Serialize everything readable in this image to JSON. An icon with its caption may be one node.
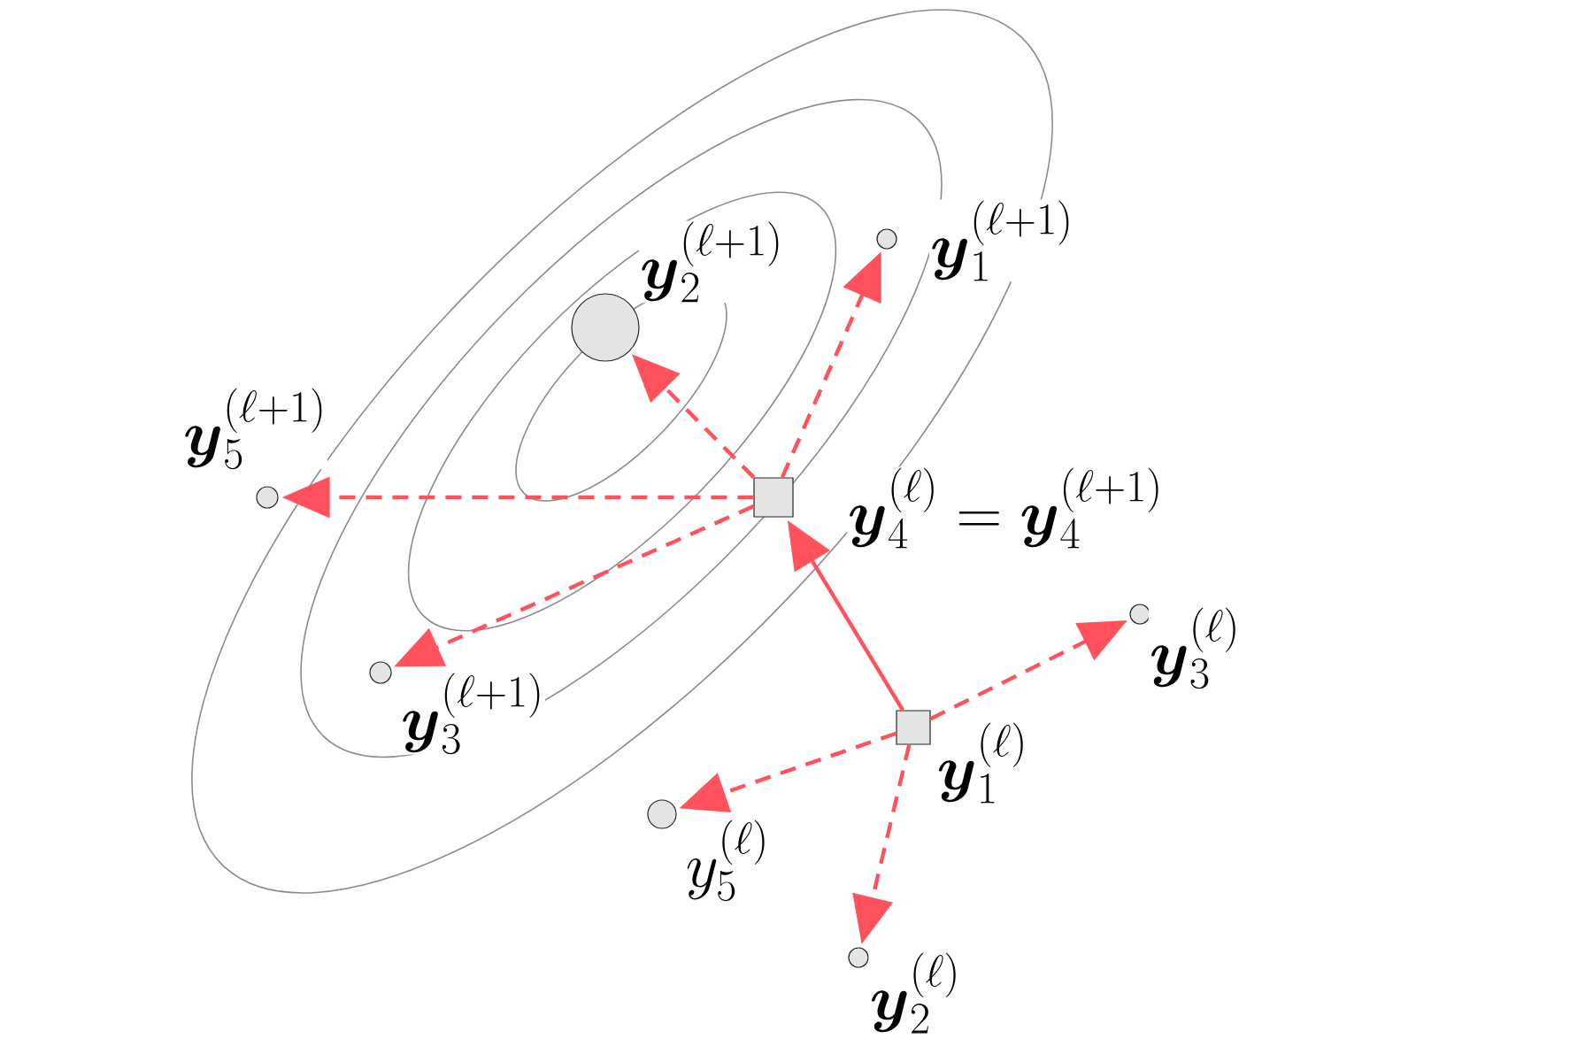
{
  "diagram": {
    "nodes": [
      {
        "text": [],
        "shape": "circle",
        "beside": [
          "\\boldsymbol{y}_1^{(\\ell+1)}"
        ]
      },
      {
        "text": [],
        "shape": "circle",
        "beside": [
          "\\boldsymbol{y}_2^{(\\ell+1)}"
        ]
      },
      {
        "text": [],
        "shape": "circle",
        "beside": [
          "\\boldsymbol{y}_5^{(\\ell+1)}"
        ]
      },
      {
        "text": [],
        "shape": "box",
        "beside": [
          "\\boldsymbol{y}_4^{(\\ell)} = \\boldsymbol{y}_4^{(\\ell+1)}"
        ]
      },
      {
        "text": [],
        "shape": "circle",
        "beside": [
          "\\boldsymbol{y}_3^{(\\ell+1)}"
        ]
      },
      {
        "text": [],
        "shape": "circle",
        "beside": [
          "\\boldsymbol{y}_3^{(\\ell)}"
        ]
      },
      {
        "text": [],
        "shape": "box",
        "beside": [
          "\\boldsymbol{y}_1^{(\\ell)}"
        ]
      },
      {
        "text": [],
        "shape": "circle",
        "beside": [
          "y_5^{(\\ell)}"
        ]
      },
      {
        "text": [],
        "shape": "circle",
        "beside": [
          "\\boldsymbol{y}_2^{(\\ell)}"
        ]
      }
    ],
    "edges": [
      {
        "from": 3,
        "to": 0,
        "arrow": "to",
        "style": "dashed"
      },
      {
        "from": 3,
        "to": 1,
        "arrow": "to",
        "style": "dashed"
      },
      {
        "from": 3,
        "to": 2,
        "arrow": "to",
        "style": "dashed"
      },
      {
        "from": 3,
        "to": 4,
        "arrow": "to",
        "style": "dashed"
      },
      {
        "from": 6,
        "to": 3,
        "arrow": "to"
      },
      {
        "from": 6,
        "to": 5,
        "arrow": "to",
        "style": "dashed"
      },
      {
        "from": 6,
        "to": 7,
        "arrow": "to",
        "style": "dashed"
      },
      {
        "from": 6,
        "to": 8,
        "arrow": "to",
        "style": "dashed"
      }
    ]
  }
}
